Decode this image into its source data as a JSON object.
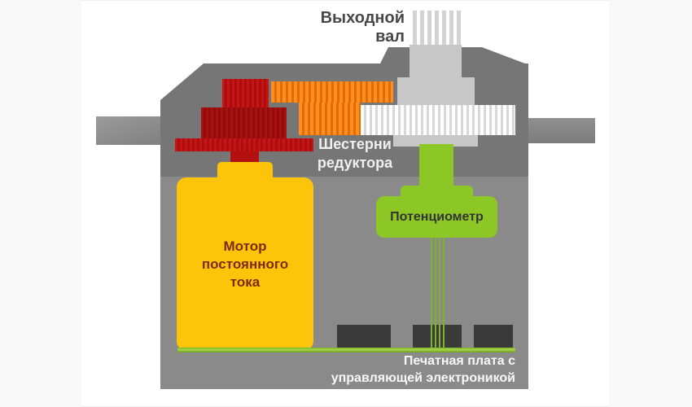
{
  "diagram": {
    "title": "Servo motor internals diagram",
    "labels": {
      "output_shaft_line1": "Выходной",
      "output_shaft_line2": "вал",
      "gears_line1": "Шестерни",
      "gears_line2": "редуктора",
      "motor_line1": "Мотор",
      "motor_line2": "постоянного",
      "motor_line3": "тока",
      "potentiometer": "Потенциометр",
      "pcb_line1": "Печатная плата с",
      "pcb_line2": "управляющей электроникой"
    },
    "colors": {
      "case_wall": "#767676",
      "case_interior": "#8a8a8a",
      "flange": "#8e8e8e",
      "shaft_gray": "#c7c7c7",
      "gear_white_stripe": "#d8d8d8",
      "gear_red_bright": "#c71414",
      "gear_red_dark": "#a91111",
      "gear_orange_bright": "#ff8d1f",
      "gear_orange_dark": "#e06c02",
      "motor_yellow": "#fdc40a",
      "motor_text": "#7e2a10",
      "green": "#8cc725",
      "pcb_green": "#7ab428",
      "chip_dark": "#3a3a3a",
      "label_dark": "#474747",
      "label_light": "#f7f7f7"
    }
  }
}
